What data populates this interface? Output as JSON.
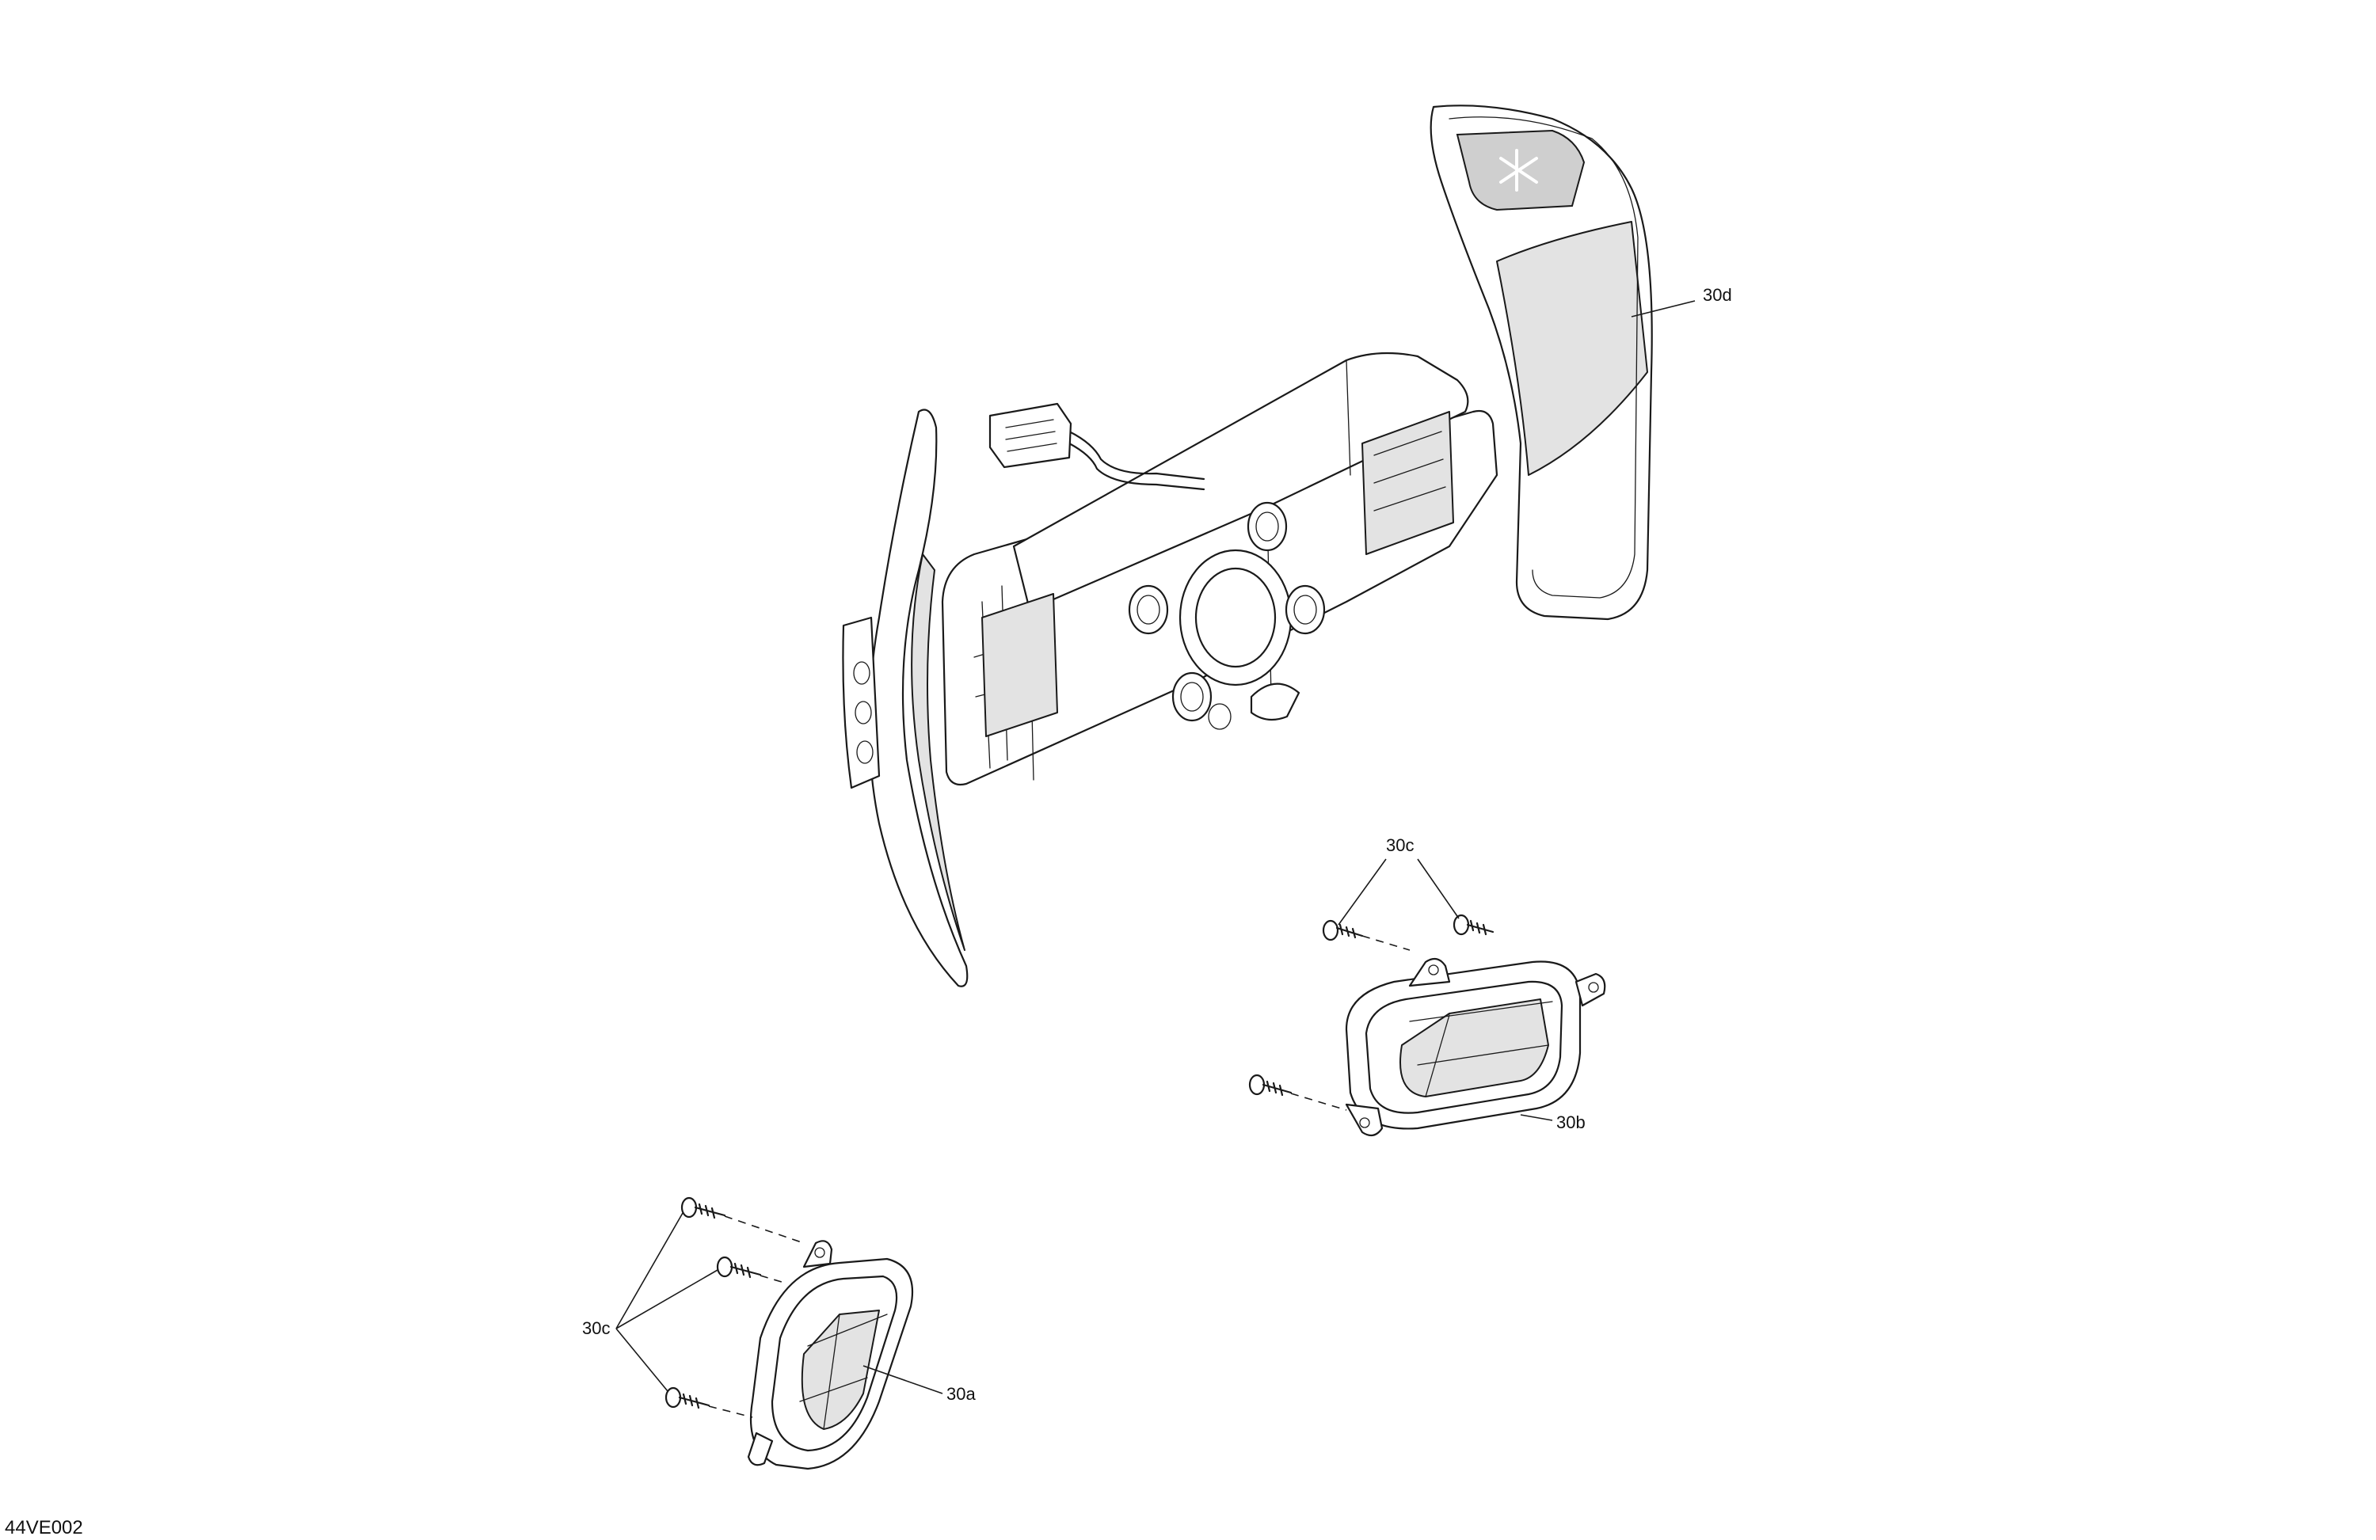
{
  "callouts": {
    "paddle_right": "30d",
    "screws_upper": "30c",
    "switch_upper": "30b",
    "screws_lower": "30c",
    "switch_lower": "30a"
  },
  "drawing_id": "44VE002"
}
